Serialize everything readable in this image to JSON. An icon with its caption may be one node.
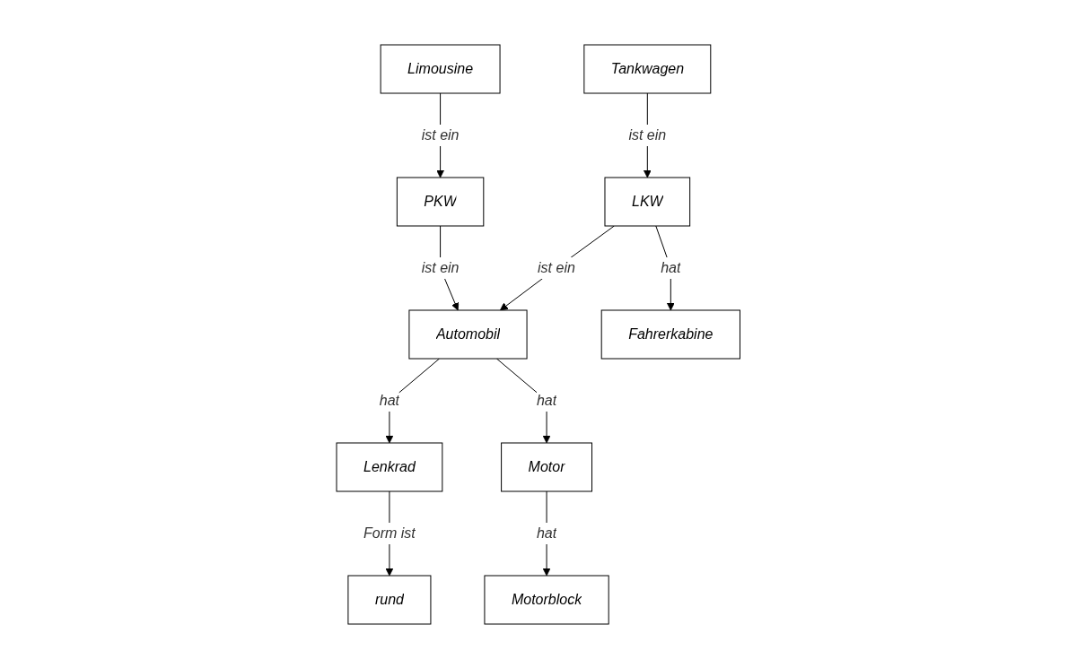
{
  "diagram": {
    "nodes": [
      {
        "text": [
          "Automobil"
        ]
      },
      {
        "text": [
          "Lenkrad"
        ]
      },
      {
        "text": [
          "Motor"
        ]
      },
      {
        "text": [
          "rund"
        ]
      },
      {
        "text": [
          "Motorblock"
        ]
      },
      {
        "text": [
          "PKW"
        ]
      },
      {
        "text": [
          "LKW"
        ]
      },
      {
        "text": [
          "Limousine"
        ]
      },
      {
        "text": [
          "Fahrerkabine"
        ]
      },
      {
        "text": [
          "Tankwagen"
        ]
      }
    ],
    "edges": [
      {
        "from": 5,
        "to": 0,
        "label": "ist ein",
        "arrow": "to"
      },
      {
        "from": 0,
        "to": 1,
        "label": "hat",
        "arrow": "to"
      },
      {
        "from": 0,
        "to": 2,
        "label": "hat",
        "arrow": "to"
      },
      {
        "from": 6,
        "to": 0,
        "label": "ist ein",
        "arrow": "to"
      },
      {
        "from": 1,
        "to": 3,
        "label": "Form ist",
        "arrow": "to"
      },
      {
        "from": 2,
        "to": 4,
        "label": "hat",
        "arrow": "to"
      },
      {
        "from": 7,
        "to": 5,
        "label": "ist ein",
        "arrow": "to"
      },
      {
        "from": 6,
        "to": 8,
        "label": "hat",
        "arrow": "to"
      },
      {
        "from": 9,
        "to": 6,
        "label": "ist ein",
        "arrow": "to"
      }
    ]
  }
}
